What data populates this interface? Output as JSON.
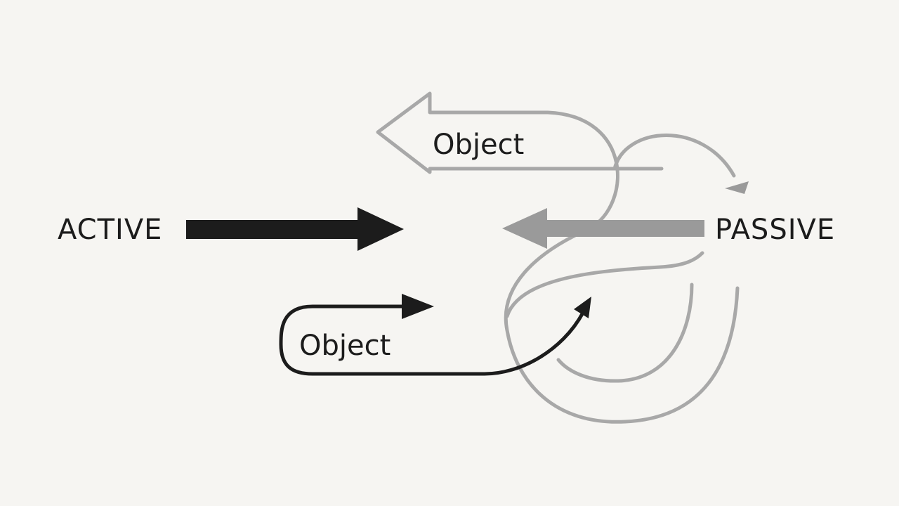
{
  "diagram": {
    "left_label": "ACTIVE",
    "right_label": "PASSIVE",
    "top_object_label": "Object",
    "bottom_object_label": "Object"
  },
  "colors": {
    "background": "#f6f5f2",
    "active": "#1c1c1c",
    "passive": "#9a9a9a",
    "passive_light": "#a8a8a8"
  }
}
